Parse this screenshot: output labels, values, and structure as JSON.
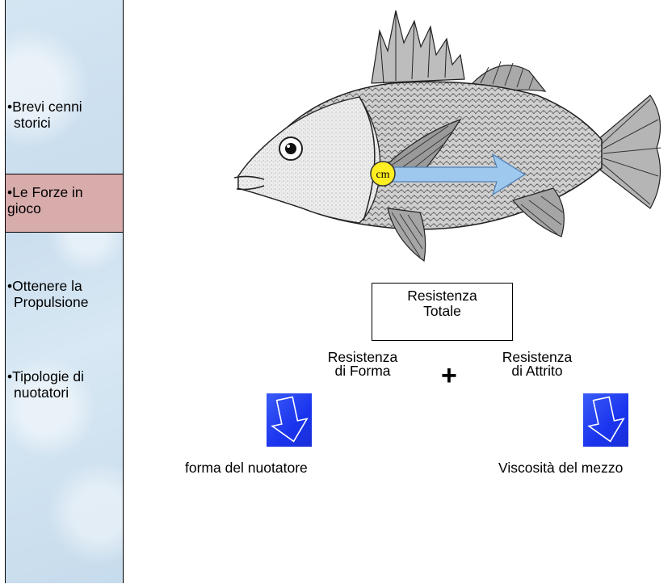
{
  "sidebar": {
    "items": [
      {
        "line1": "•Brevi cenni",
        "line2": "storici",
        "active": false
      },
      {
        "line1": "•Le Forze in",
        "line2": "gioco",
        "active": true
      },
      {
        "line1": "•Ottenere la",
        "line2": "Propulsione",
        "active": false
      },
      {
        "line1": "•Tipologie di",
        "line2": "nuotatori",
        "active": false
      }
    ],
    "active_color": "#d9acac"
  },
  "diagram": {
    "fish_marker_label": "cm",
    "total": {
      "line1": "Resistenza",
      "line2": "Totale"
    },
    "left": {
      "line1": "Resistenza",
      "line2": "di Forma"
    },
    "plus": "+",
    "right": {
      "line1": "Resistenza",
      "line2": "di Attrito"
    },
    "left_cause": "forma del nuotatore",
    "right_cause": "Viscosità del mezzo",
    "arrow_color": "#1f3cf2",
    "marker_color": "#ffee22",
    "vector_color": "#9fc8ee"
  }
}
